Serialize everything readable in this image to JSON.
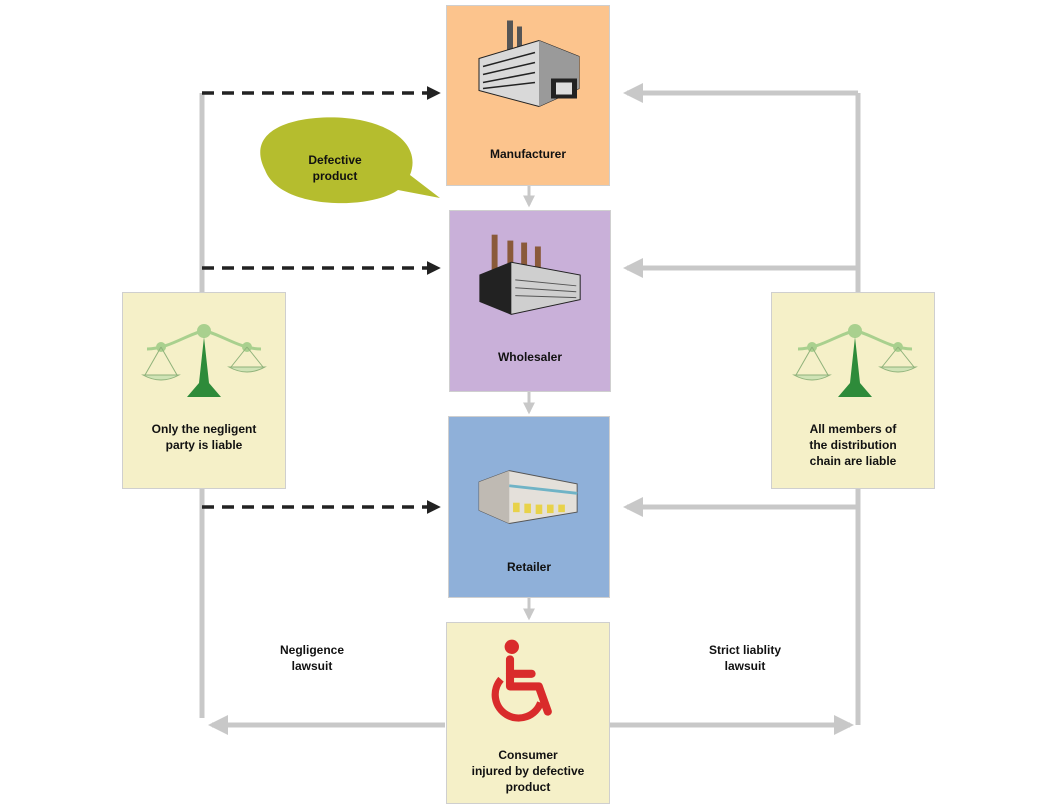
{
  "nodes": {
    "manufacturer": {
      "label": "Manufacturer",
      "color": "#fcc48d",
      "icon": "factory-building-icon"
    },
    "wholesaler": {
      "label": "Wholesaler",
      "color": "#c9b0d9",
      "icon": "factory-smokestacks-icon"
    },
    "retailer": {
      "label": "Retailer",
      "color": "#8fb0d9",
      "icon": "store-building-icon"
    },
    "consumer": {
      "label": "Consumer injured by defective product",
      "line1": "Consumer",
      "line2": "injured by defective",
      "line3": "product",
      "color": "#f5f0c8",
      "icon": "wheelchair-icon"
    }
  },
  "callout": {
    "line1": "Defective",
    "line2": "product",
    "color": "#b5bd2e"
  },
  "left_panel": {
    "line1": "Only the negligent",
    "line2": "party is liable",
    "color": "#f5f0c8",
    "icon": "scales-of-justice-icon"
  },
  "right_panel": {
    "line1": "All members of",
    "line2": "the distribution",
    "line3": "chain are liable",
    "color": "#f5f0c8",
    "icon": "scales-of-justice-icon"
  },
  "labels": {
    "negligence": {
      "line1": "Negligence",
      "line2": "lawsuit"
    },
    "strict": {
      "line1": "Strict liablity",
      "line2": "lawsuit"
    }
  },
  "colors": {
    "connector": "#c8c8c8",
    "dashed": "#222222",
    "scale_green": "#2e8b3a",
    "scale_light": "#a9d08e",
    "wheelchair": "#d92b2b"
  }
}
